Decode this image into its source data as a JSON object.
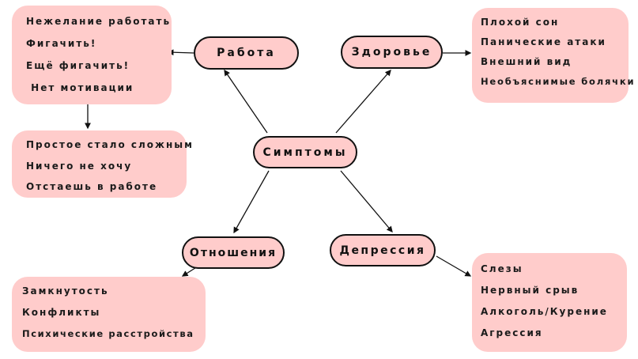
{
  "center": "Симптомы",
  "branches": {
    "work": {
      "label": "Работа",
      "items": [
        "Нежелание работать",
        "Фигачить!",
        "Ещё фигачить!",
        " Нет мотивации"
      ],
      "sub_items": [
        "Простое стало сложным",
        "Ничего не хочу",
        "Отстаешь в работе"
      ]
    },
    "health": {
      "label": "Здоровье",
      "items": [
        "Плохой сон",
        "Панические атаки",
        "Внешний вид",
        "Необъяснимые болячки"
      ]
    },
    "relations": {
      "label": "Отношения",
      "items": [
        "Замкнутость",
        "Конфликты",
        "Психические расстройства"
      ]
    },
    "depression": {
      "label": "Депрессия",
      "items": [
        "Слезы",
        "Нервный срыв",
        "Алкоголь/Курение",
        "Агрессия"
      ]
    }
  },
  "colors": {
    "box": "#ffcccb",
    "line": "#111111"
  }
}
